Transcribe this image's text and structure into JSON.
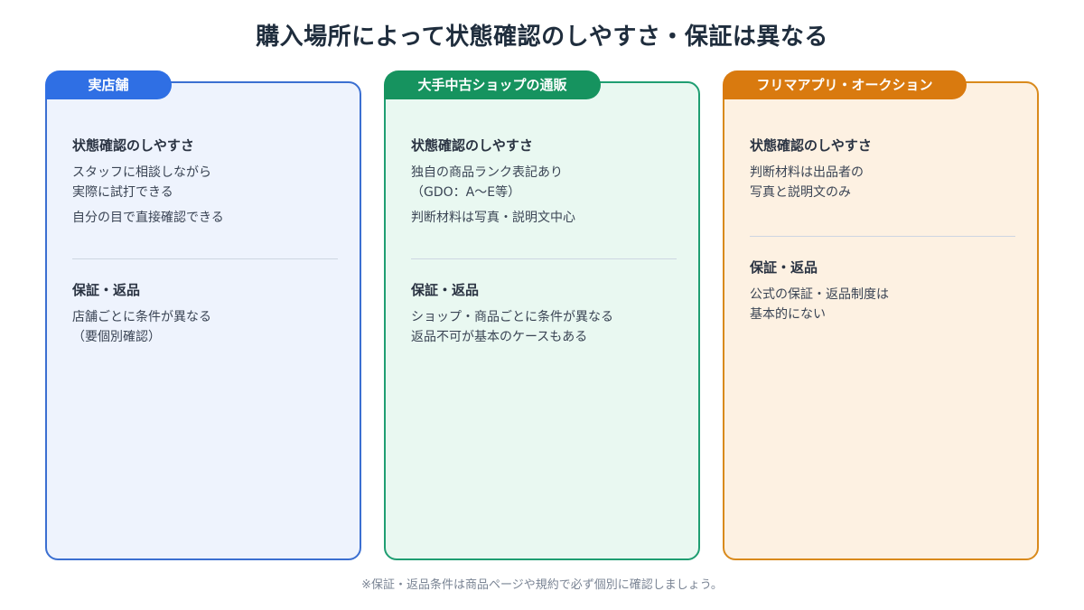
{
  "title": "購入場所によって状態確認のしやすさ・保証は異なる",
  "cards": [
    {
      "label": "実店舗",
      "sections": [
        {
          "heading": "状態確認のしやすさ",
          "lines": [
            "スタッフに相談しながら",
            "実際に試打できる",
            "自分の目で直接確認できる"
          ]
        },
        {
          "heading": "保証・返品",
          "lines": [
            "店舗ごとに条件が異なる",
            "（要個別確認）"
          ]
        }
      ]
    },
    {
      "label": "大手中古ショップの通販",
      "sections": [
        {
          "heading": "状態確認のしやすさ",
          "lines": [
            "独自の商品ランク表記あり",
            "（GDO：A〜E等）",
            "判断材料は写真・説明文中心"
          ]
        },
        {
          "heading": "保証・返品",
          "lines": [
            "ショップ・商品ごとに条件が異なる",
            "返品不可が基本のケースもある"
          ]
        }
      ]
    },
    {
      "label": "フリマアプリ・オークション",
      "sections": [
        {
          "heading": "状態確認のしやすさ",
          "lines": [
            "判断材料は出品者の",
            "写真と説明文のみ"
          ]
        },
        {
          "heading": "保証・返品",
          "lines": [
            "公式の保証・返品制度は",
            "基本的にない"
          ]
        }
      ]
    }
  ],
  "footnote": "※保証・返品条件は商品ページや規約で必ず個別に確認しましょう。"
}
